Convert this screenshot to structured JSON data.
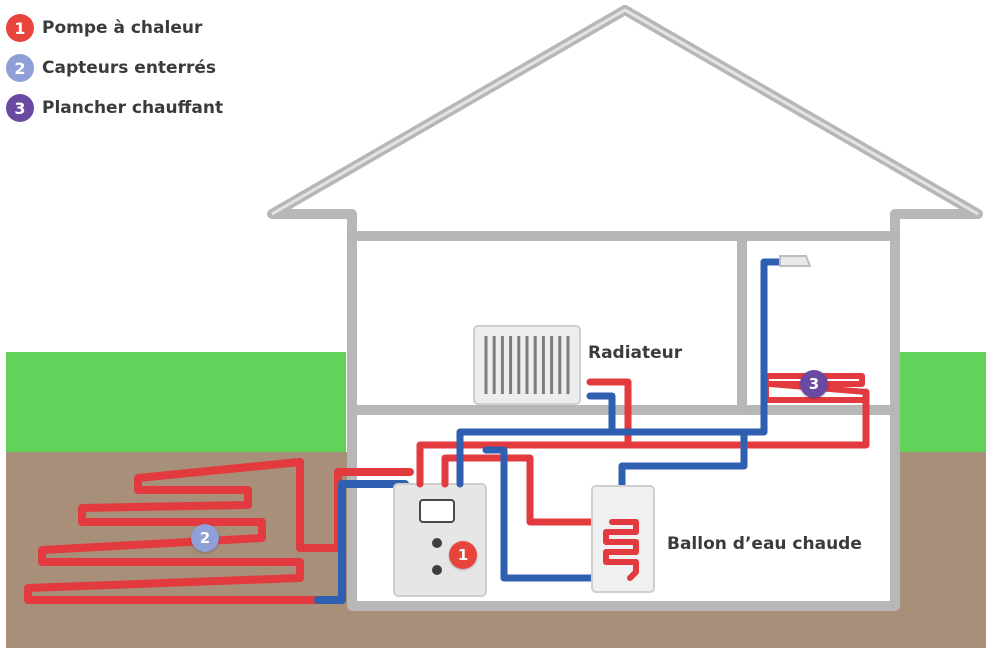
{
  "legend": [
    {
      "number": "1",
      "label": "Pompe à chaleur",
      "color": "#e9443b"
    },
    {
      "number": "2",
      "label": "Capteurs enterrés",
      "color": "#8f9fd8"
    },
    {
      "number": "3",
      "label": "Plancher chauffant",
      "color": "#6a4aa0"
    }
  ],
  "labels": {
    "radiator": "Radiateur",
    "tank": "Ballon d’eau chaude"
  },
  "markers": {
    "pump": "1",
    "collectors": "2",
    "floor_heating": "3"
  },
  "colors": {
    "hot_pipe": "#e23a3f",
    "cold_pipe": "#2f5fb0",
    "grass": "#62d35a",
    "soil": "#a88f79",
    "wall": "#b7b7b7"
  }
}
